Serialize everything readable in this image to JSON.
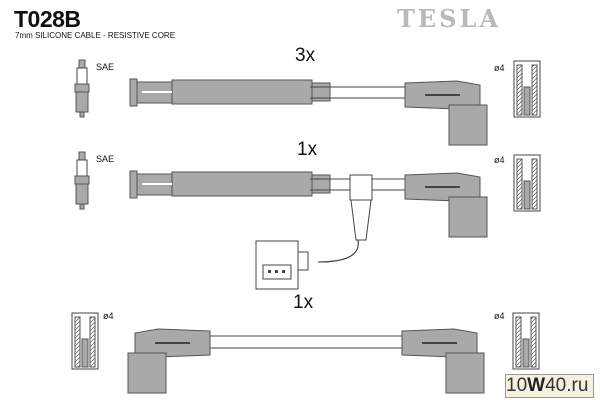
{
  "header": {
    "code": "T028B",
    "subtitle": "7mm SILICONE CABLE - RESISTIVE CORE",
    "brand": "TESLA"
  },
  "rows": [
    {
      "quantity": "3x",
      "left_label": "SAE",
      "right_label": "ø4"
    },
    {
      "quantity": "1x",
      "left_label": "SAE",
      "right_label": "ø4"
    },
    {
      "quantity": "1x",
      "left_label": "ø4",
      "right_label": "ø4"
    }
  ],
  "watermark": {
    "a": "10",
    "b": "W",
    "c": "40",
    "d": ".ru"
  },
  "colors": {
    "part_fill": "#a9a9a9",
    "outline": "#444444"
  }
}
